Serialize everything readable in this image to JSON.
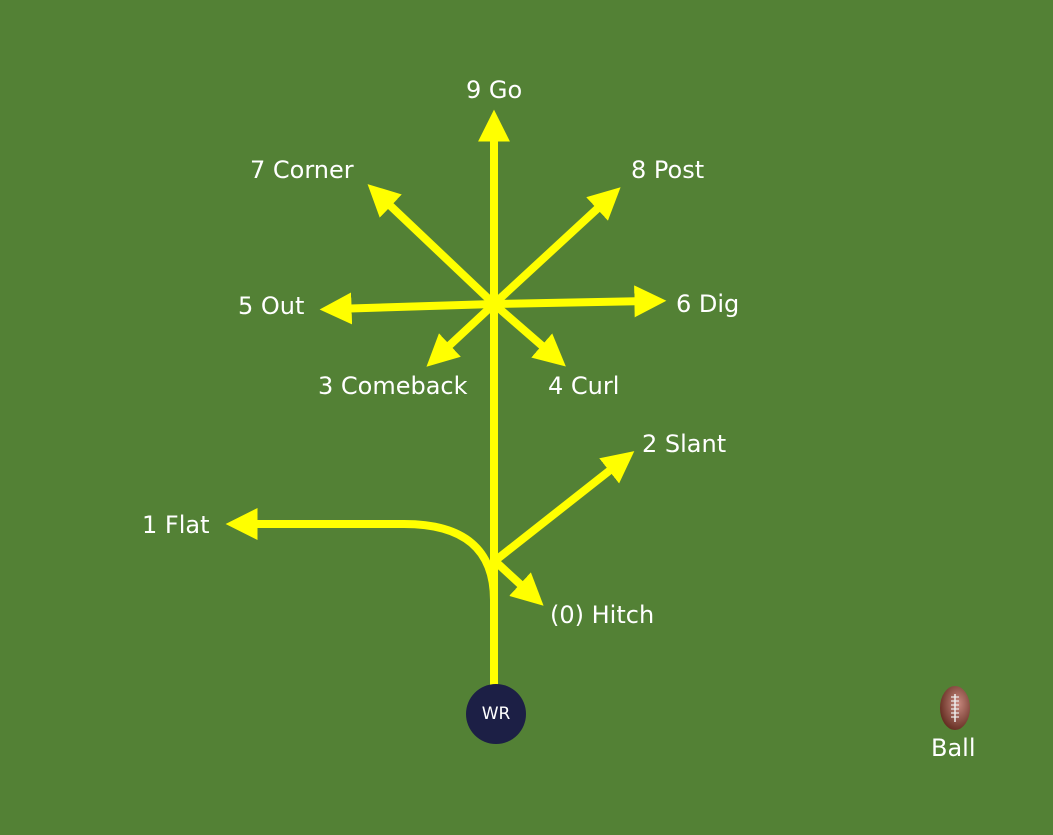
{
  "colors": {
    "field": "#538135",
    "route": "#FFFF00",
    "player": "#1c1f45",
    "label": "#ffffff"
  },
  "player": {
    "label": "WR"
  },
  "ball": {
    "icon": "football-icon",
    "label": "Ball"
  },
  "routes": [
    {
      "number": "(0)",
      "name": "Hitch",
      "label": "(0) Hitch"
    },
    {
      "number": "1",
      "name": "Flat",
      "label": "1 Flat"
    },
    {
      "number": "2",
      "name": "Slant",
      "label": "2 Slant"
    },
    {
      "number": "3",
      "name": "Comeback",
      "label": "3 Comeback"
    },
    {
      "number": "4",
      "name": "Curl",
      "label": "4 Curl"
    },
    {
      "number": "5",
      "name": "Out",
      "label": "5 Out"
    },
    {
      "number": "6",
      "name": "Dig",
      "label": "6 Dig"
    },
    {
      "number": "7",
      "name": "Corner",
      "label": "7 Corner"
    },
    {
      "number": "8",
      "name": "Post",
      "label": "8 Post"
    },
    {
      "number": "9",
      "name": "Go",
      "label": "9 Go"
    }
  ]
}
